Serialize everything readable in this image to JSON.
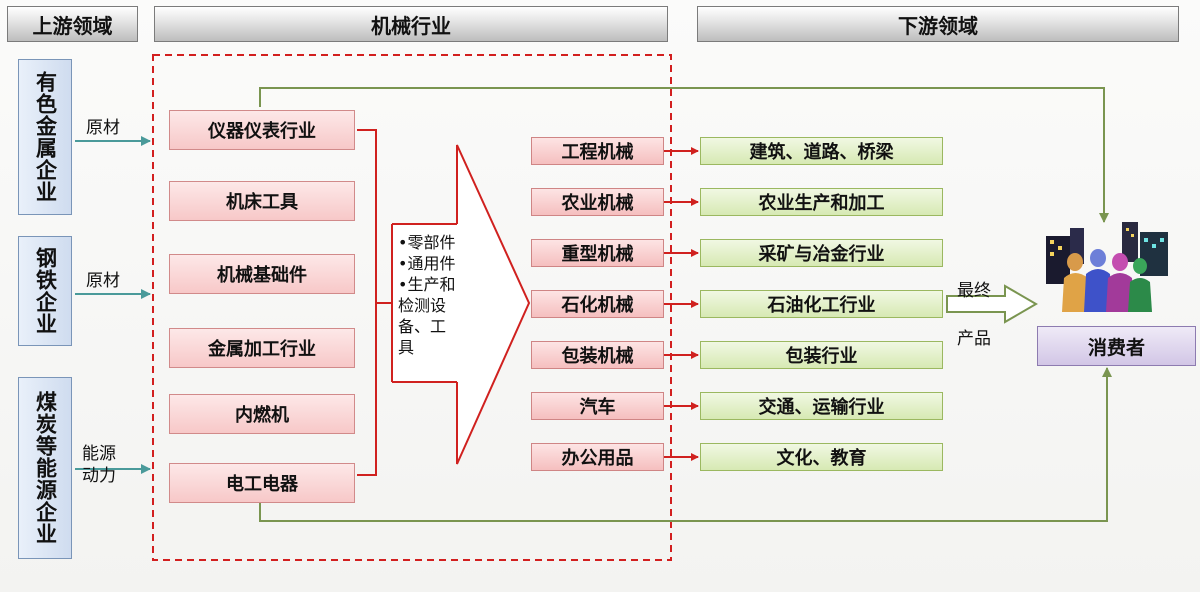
{
  "headers": {
    "upstream": "上游领域",
    "machinery": "机械行业",
    "downstream": "下游领域"
  },
  "upstream": [
    {
      "label": "有色金属企业",
      "input": "原材"
    },
    {
      "label": "钢铁企业",
      "input": "原材"
    },
    {
      "label": "煤炭等能源企业",
      "input_lines": [
        "能源",
        "动力"
      ]
    }
  ],
  "subsectors": [
    "仪器仪表行业",
    "机床工具",
    "机械基础件",
    "金属加工行业",
    "内燃机",
    "电工电器"
  ],
  "outputs": [
    "•零部件",
    "•通用件",
    "•生产和",
    "检测设",
    "备、工",
    "具"
  ],
  "machines": [
    "工程机械",
    "农业机械",
    "重型机械",
    "石化机械",
    "包装机械",
    "汽车",
    "办公用品"
  ],
  "industries": [
    "建筑、道路、桥梁",
    "农业生产和加工",
    "采矿与冶金行业",
    "石油化工行业",
    "包装行业",
    "交通、运输行业",
    "文化、教育"
  ],
  "final_product": {
    "line1": "最终",
    "line2": "产品"
  },
  "consumer": "消费者",
  "colors": {
    "red_arrow": "#d0211f",
    "teal_arrow": "#4a9a9a",
    "olive_line": "#7a9550",
    "dashed_border": "#d21f1f"
  }
}
